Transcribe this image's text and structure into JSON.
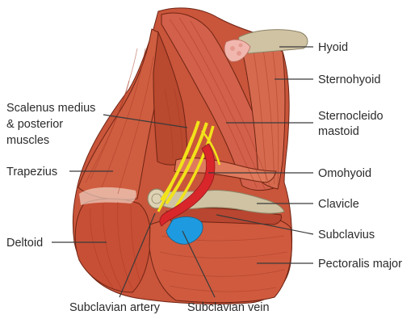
{
  "labels": {
    "hyoid": "Hyoid",
    "sternohyoid": "Sternohyoid",
    "sternocleidomastoid_line1": "Sternocleido",
    "sternocleidomastoid_line2": "mastoid",
    "omohyoid": "Omohyoid",
    "clavicle": "Clavicle",
    "subclavius": "Subclavius",
    "pectoralis_major": "Pectoralis major",
    "scalenus_line1": "Scalenus medius",
    "scalenus_line2": "& posterior",
    "scalenus_line3": "muscles",
    "trapezius": "Trapezius",
    "deltoid": "Deltoid",
    "subclavian_artery": "Subclavian artery",
    "subclavian_vein": "Subclavian vein"
  },
  "colors": {
    "muscle": "#c9553a",
    "muscle_light": "#e07a5c",
    "muscle_dark": "#9e3a24",
    "bone": "#cfc3a3",
    "bone_dark": "#8d8266",
    "nerve": "#f2e21a",
    "artery": "#d8262a",
    "vein": "#1e9be0",
    "gland": "#f1b7ae",
    "fascia": "#f2ddd0"
  }
}
